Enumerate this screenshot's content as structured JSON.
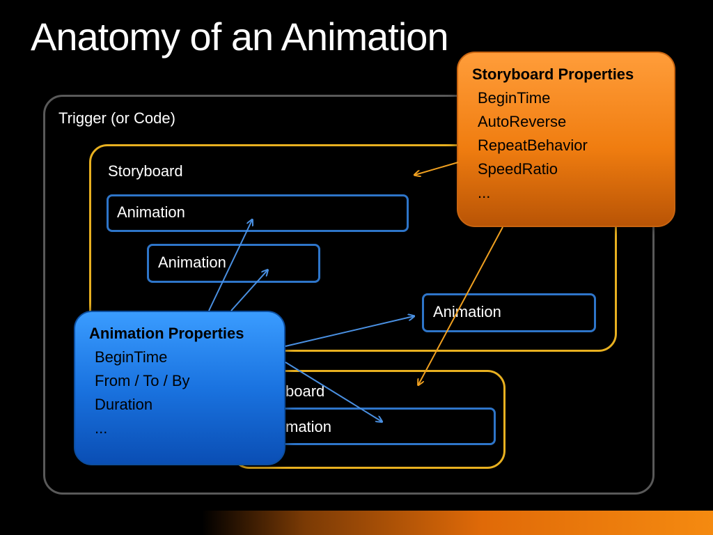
{
  "title": "Anatomy of an Animation",
  "trigger": {
    "label": "Trigger (or Code)"
  },
  "storyboard_main": {
    "label": "Storyboard",
    "animations": [
      "Animation",
      "Animation",
      "Animation"
    ]
  },
  "storyboard_second": {
    "label_visible": "board",
    "animation_visible": "mation"
  },
  "storyboard_properties": {
    "heading": "Storyboard Properties",
    "items": [
      "BeginTime",
      "AutoReverse",
      "RepeatBehavior",
      "SpeedRatio",
      "..."
    ]
  },
  "animation_properties": {
    "heading": "Animation Properties",
    "items": [
      "BeginTime",
      "From / To / By",
      "Duration",
      "..."
    ]
  },
  "colors": {
    "trigger_border": "#595959",
    "storyboard_border": "#e8b020",
    "animation_border": "#2e75c9",
    "storyboard_callout": "#f07d10",
    "animation_callout": "#1a73e0",
    "arrow_blue": "#4a90e2",
    "arrow_orange": "#f0a020"
  }
}
